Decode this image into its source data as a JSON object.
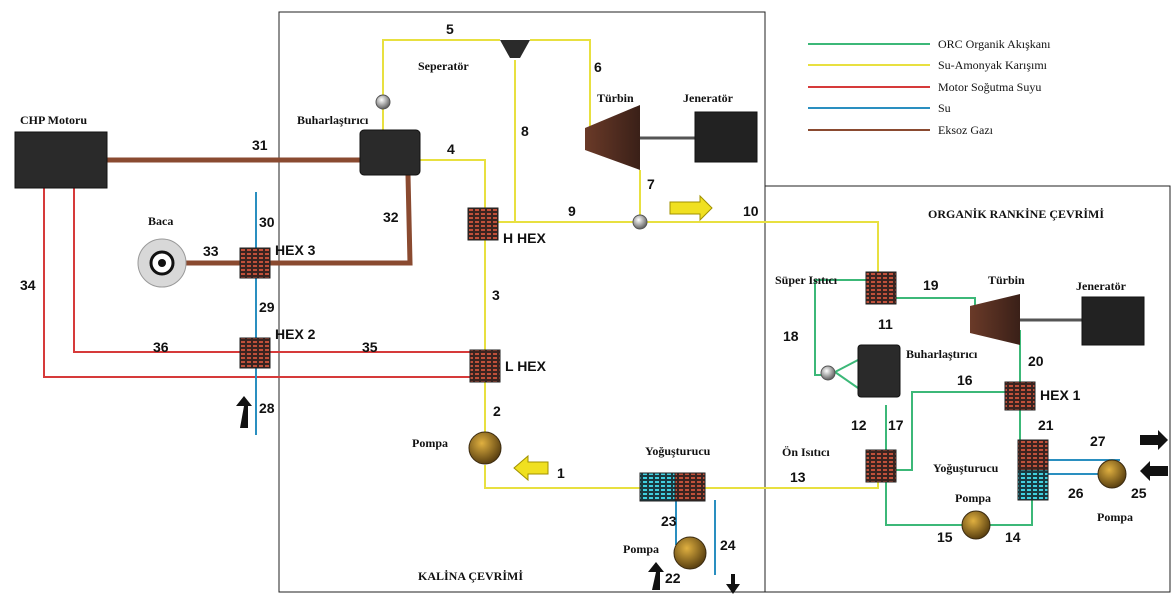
{
  "legend": [
    {
      "label": "ORC Organik Akışkanı",
      "color": "#3cb878"
    },
    {
      "label": "Su-Amonyak Karışımı",
      "color": "#e8e040"
    },
    {
      "label": "Motor Soğutma Suyu",
      "color": "#d63a3a"
    },
    {
      "label": "Su",
      "color": "#2a8fc0"
    },
    {
      "label": "Eksoz Gazı",
      "color": "#8a4a30"
    }
  ],
  "regions": {
    "kalina": "KALİNA ÇEVRİMİ",
    "orc": "ORGANİK RANKİNE ÇEVRİMİ"
  },
  "components": {
    "chp_motor": "CHP Motoru",
    "baca": "Baca",
    "buharlastirici_k": "Buharlaştırıcı",
    "seperator": "Seperatör",
    "turbin_k": "Türbin",
    "jenerator_k": "Jeneratör",
    "h_hex": "H HEX",
    "l_hex": "L HEX",
    "hex3": "HEX 3",
    "hex2": "HEX 2",
    "pompa_k": "Pompa",
    "yogusturucu_k": "Yoğuşturucu",
    "pompa_k2": "Pompa",
    "super_isitici": "Süper Isıtıcı",
    "turbin_o": "Türbin",
    "jenerator_o": "Jeneratör",
    "buharlastirici_o": "Buharlaştırıcı",
    "hex1": "HEX 1",
    "on_isitici": "Ön Isıtıcı",
    "yogusturucu_o": "Yoğuşturucu",
    "pompa_o1": "Pompa",
    "pompa_o2": "Pompa"
  },
  "states": [
    "1",
    "2",
    "3",
    "4",
    "5",
    "6",
    "7",
    "8",
    "9",
    "10",
    "11",
    "12",
    "13",
    "14",
    "15",
    "16",
    "17",
    "18",
    "19",
    "20",
    "21",
    "22",
    "23",
    "24",
    "25",
    "26",
    "27",
    "28",
    "29",
    "30",
    "31",
    "32",
    "33",
    "34",
    "35",
    "36"
  ]
}
